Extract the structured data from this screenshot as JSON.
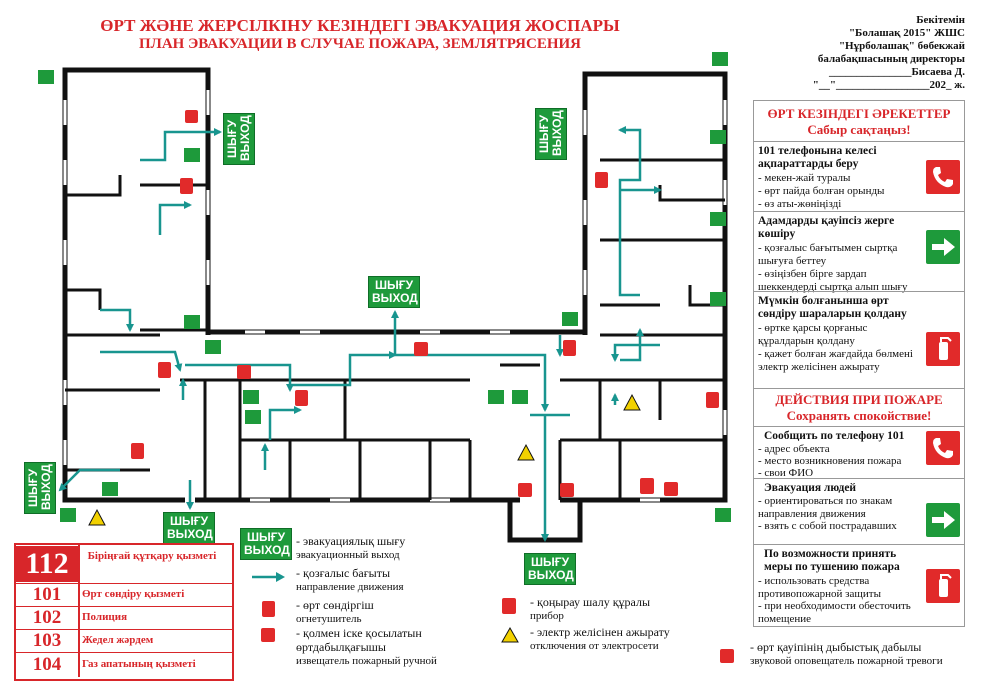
{
  "header": {
    "title_kz": "ӨРТ ЖӘНЕ ЖЕРСІЛКІНУ КЕЗІНДЕГІ ЭВАКУАЦИЯ ЖОСПАРЫ",
    "title_ru": "ПЛАН ЭВАКУАЦИИ  В СЛУЧАЕ ПОЖАРА, ЗЕМЛЯТРЯСЕНИЯ"
  },
  "approval": {
    "l1": "Бекітемін",
    "l2": "\"Болашақ 2015\" ЖШС",
    "l3": "\"Нұрболашақ\" бөбекжай",
    "l4": "балабақшасының директоры",
    "l5": "_______________Бисаева Д.",
    "l6": "\"__\"_________________202_ ж."
  },
  "exit_sign": {
    "l1": "ШЫҒУ",
    "l2": "ВЫХОД"
  },
  "panel": {
    "kz_head1": "ӨРТ КЕЗІНДЕГІ ӘРЕКЕТТЕР",
    "kz_head2": "Сабыр сақтаңыз!",
    "kz1_title": "101 телефонына келесі ақпараттарды беру",
    "kz1_l1": "- мекен-жай туралы",
    "kz1_l2": "- өрт пайда болған орынды",
    "kz1_l3": "- өз аты-жөніңізді",
    "kz2_title": "Адамдарды қауіпсіз жерге көшіру",
    "kz2_l1": "- қозғалыс бағытымен сыртқа шығуға беттеу",
    "kz2_l2": "- өзіңізбен бірге зардап шеккендерді сыртқа алып шығу",
    "kz3_title": "Мүмкін болғанынша өрт сөндіру шараларын қолдану",
    "kz3_l1": "- өртке қарсы қорғаныс құралдарын қолдану",
    "kz3_l2": "- қажет болған жағдайда бөлмені электр желісінен ажырату",
    "ru_head1": "ДЕЙСТВИЯ ПРИ ПОЖАРЕ",
    "ru_head2": "Сохранять спокойствие!",
    "ru1_title": "Сообщить по телефону 101",
    "ru1_l1": "- адрес объекта",
    "ru1_l2": "- место возникновения пожара",
    "ru1_l3": "- свои ФИО",
    "ru2_title": "Эвакуация людей",
    "ru2_l1": "- ориентироваться по знакам направления движения",
    "ru2_l2": "- взять с собой пострадавших",
    "ru3_title": "По возможности принять меры по тушению пожара",
    "ru3_l1": "- использовать средства противопожарной  защиты",
    "ru3_l2": "- при необходимости обесточить помещение"
  },
  "emergency": {
    "rows": [
      {
        "num": "112",
        "label": "Біріңғай құтқару қызметі"
      },
      {
        "num": "101",
        "label": "Өрт сөндіру қызметі"
      },
      {
        "num": "102",
        "label": "Полиция"
      },
      {
        "num": "103",
        "label": "Жедел жәрдем"
      },
      {
        "num": "104",
        "label": "Газ апатының қызметі"
      }
    ]
  },
  "legend": {
    "exit_kz": "- эвакуациялық шығу",
    "exit_ru": "эвакуационный выход",
    "arrow_kz": "- қозғалыс бағыты",
    "arrow_ru": "направление движения",
    "ext_kz": "- өрт сөндіргіш",
    "ext_ru": "огнетушитель",
    "call_kz": "- қолмен іске қосылатын өртдабылқағышы",
    "call_ru": "извещатель пожарный ручной",
    "phone_kz": "- қоңырау шалу құралы",
    "phone_ru": "прибор",
    "elec_kz": "- электр желісінен ажырату",
    "elec_ru": "отключения от электросети",
    "siren_kz": "- өрт қауіпінің дыбыстық дабылы",
    "siren_ru": "звуковой оповещатель пожарной тревоги"
  },
  "colors": {
    "red": "#d8262a",
    "green": "#1e9a3b",
    "teal": "#18958f"
  }
}
